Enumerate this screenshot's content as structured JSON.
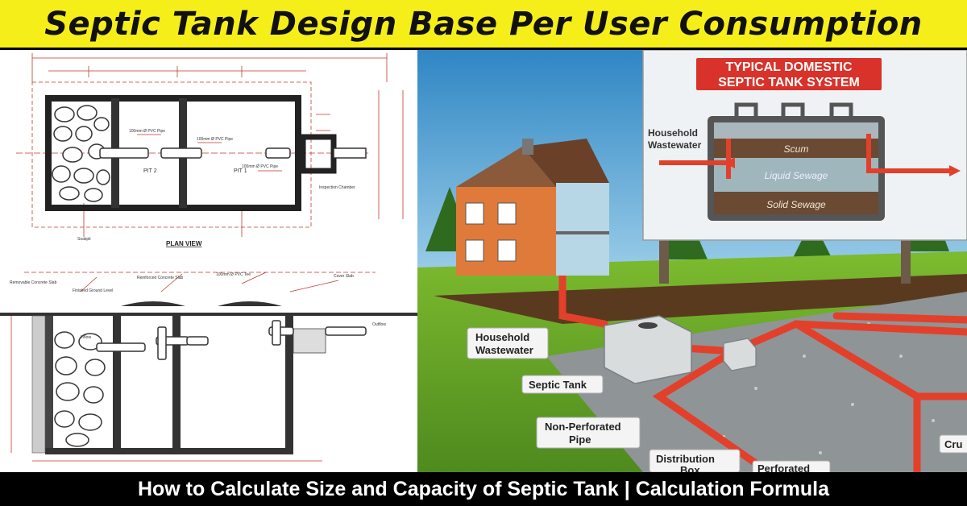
{
  "header": {
    "title": "Septic Tank Design Base Per User Consumption"
  },
  "footer": {
    "caption": "How to Calculate Size and Capacity of Septic Tank | Calculation Formula"
  },
  "drawing": {
    "plan_label": "PLAN VIEW",
    "pit2": "PIT 2",
    "pit1": "PIT 1",
    "pipe1": "100mm Ø PVC Pipe",
    "pipe2": "100mm Ø PVC Pipe",
    "pipe3": "100mm Ø PVC Pipe",
    "inspection": "Inspection Chamber",
    "soakpit": "Soakpit",
    "slab": "Removable Concrete Slab",
    "finished": "Finished Ground Level",
    "reinforced": "Reinforced Concrete Slab",
    "pvc_tee": "100mm Ø PVC Tee",
    "cover": "Cover Slab",
    "inflow": "Inflow",
    "outflow": "Outflow"
  },
  "system": {
    "sign_title_1": "TYPICAL DOMESTIC",
    "sign_title_2": "SEPTIC TANK SYSTEM",
    "sign_household": "Household",
    "sign_wastewater": "Wastewater",
    "layer_scum": "Scum",
    "layer_liquid": "Liquid Sewage",
    "layer_solid": "Solid Sewage",
    "label_household": "Household",
    "label_wastewater": "Wastewater",
    "label_septic": "Septic Tank",
    "label_nonperf_1": "Non-Perforated",
    "label_nonperf_2": "Pipe",
    "label_distribution_1": "Distribution",
    "label_distribution_2": "Box",
    "label_perforated": "Perforated",
    "label_crushed": "Cru"
  }
}
